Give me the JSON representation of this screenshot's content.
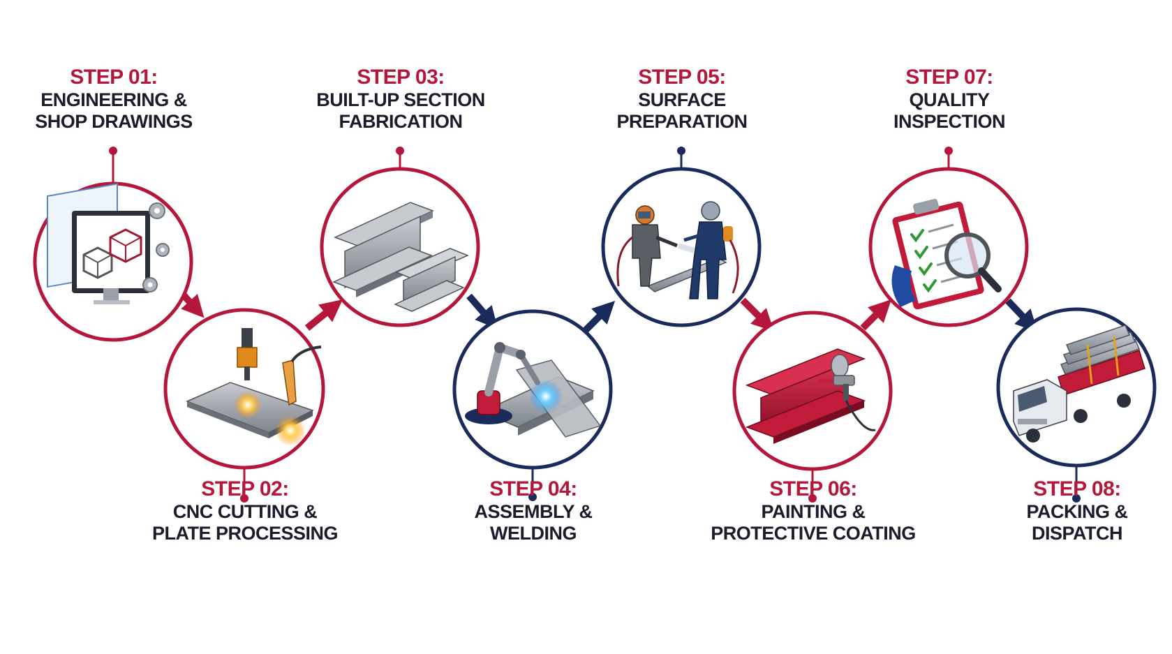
{
  "colors": {
    "red": "#b5173a",
    "navy": "#1a2a5a",
    "text": "#1b1b2b",
    "steel": "#8e949c"
  },
  "steps": [
    {
      "step": "STEP 01:",
      "title1": "ENGINEERING &",
      "title2": "SHOP DRAWINGS",
      "icon": "cad-monitor-icon",
      "ring": "red"
    },
    {
      "step": "STEP 02:",
      "title1": "CNC CUTTING &",
      "title2": "PLATE PROCESSING",
      "icon": "plasma-cutting-icon",
      "ring": "red"
    },
    {
      "step": "STEP 03:",
      "title1": "BUILT-UP SECTION",
      "title2": "FABRICATION",
      "icon": "steel-beams-icon",
      "ring": "red"
    },
    {
      "step": "STEP 04:",
      "title1": "ASSEMBLY &",
      "title2": "WELDING",
      "icon": "robotic-welding-icon",
      "ring": "navy"
    },
    {
      "step": "STEP 05:",
      "title1": "SURFACE",
      "title2": "PREPARATION",
      "icon": "sandblasting-workers-icon",
      "ring": "navy"
    },
    {
      "step": "STEP 06:",
      "title1": "PAINTING &",
      "title2": "PROTECTIVE COATING",
      "icon": "spray-painting-icon",
      "ring": "red"
    },
    {
      "step": "STEP 07:",
      "title1": "QUALITY",
      "title2": "INSPECTION",
      "icon": "inspection-checklist-icon",
      "ring": "red"
    },
    {
      "step": "STEP 08:",
      "title1": "PACKING &",
      "title2": "DISPATCH",
      "icon": "truck-dispatch-icon",
      "ring": "navy"
    }
  ]
}
